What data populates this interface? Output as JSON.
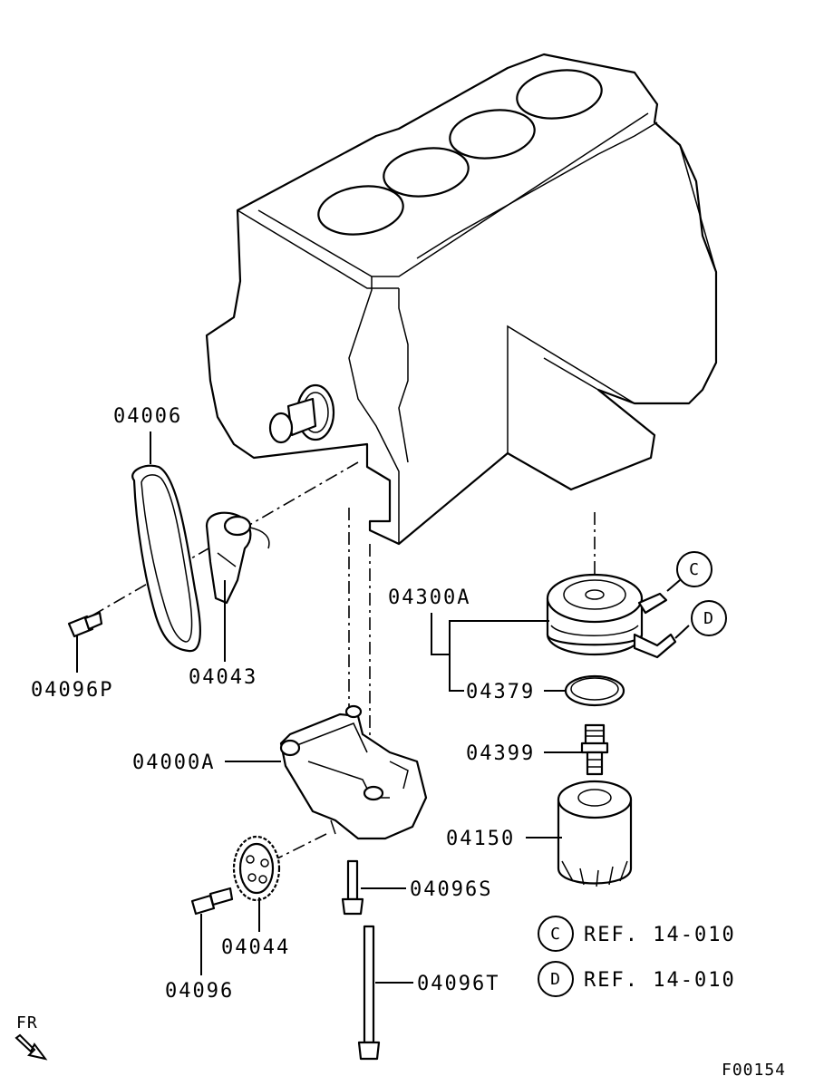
{
  "parts": {
    "p04006": "04006",
    "p04043": "04043",
    "p04096P": "04096P",
    "p04300A": "04300A",
    "p04379": "04379",
    "p04399": "04399",
    "p04000A": "04000A",
    "p04150": "04150",
    "p04096S": "04096S",
    "p04044": "04044",
    "p04096": "04096",
    "p04096T": "04096T"
  },
  "refs": [
    {
      "letter": "C",
      "text": "REF. 14-010"
    },
    {
      "letter": "D",
      "text": "REF. 14-010"
    }
  ],
  "hose_markers": {
    "c": "C",
    "d": "D"
  },
  "direction_label": "FR",
  "figure_code": "F00154"
}
